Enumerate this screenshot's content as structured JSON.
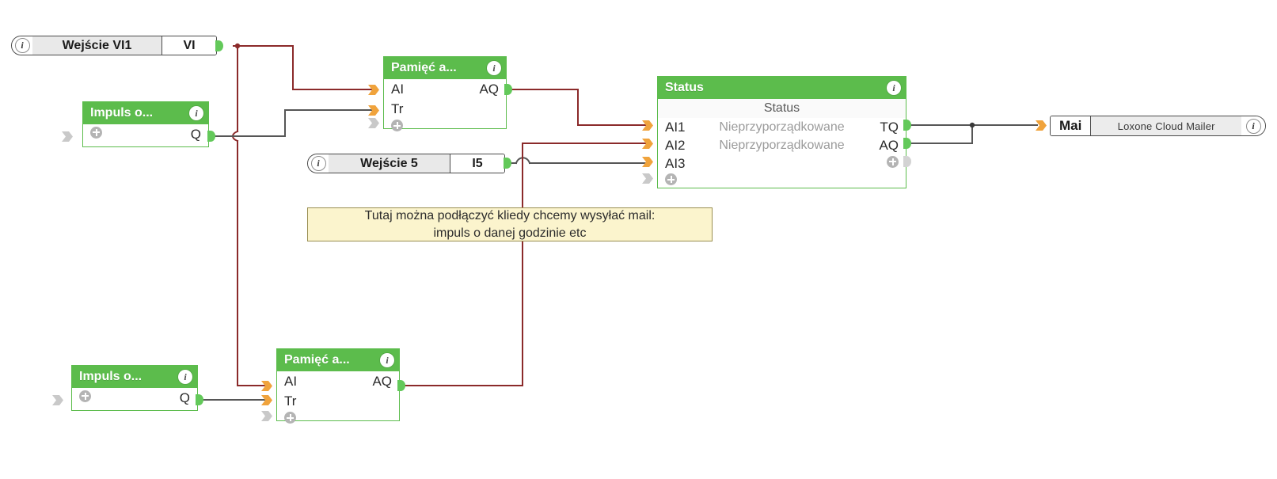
{
  "app": {
    "kind": "loxone-config-program-page",
    "colors": {
      "block_green": "#5cbc4c",
      "wire_red": "#8b2a2a",
      "wire_grey": "#565656",
      "connector_orange": "#f0a33c",
      "connector_green": "#63c95a",
      "connector_grey": "#c9c9c9",
      "note_bg": "#fbf4cd",
      "note_border": "#9a8f52"
    }
  },
  "io_blocks": [
    {
      "id": "wejscie-vi1",
      "info": "i",
      "name": "Wejście VI1",
      "port": "VI"
    },
    {
      "id": "wejscie-5",
      "info": "i",
      "name": "Wejście 5",
      "port": "I5"
    }
  ],
  "blocks": {
    "impuls_top": {
      "title": "Impuls o...",
      "info": "i",
      "rows": [
        {
          "in": "",
          "out": "Q"
        }
      ]
    },
    "pamiec_top": {
      "title": "Pamięć a...",
      "info": "i",
      "rows": [
        {
          "in": "AI",
          "out": "AQ"
        },
        {
          "in": "Tr",
          "out": ""
        }
      ]
    },
    "status": {
      "title": "Status",
      "info": "i",
      "subtitle": "Status",
      "rows": [
        {
          "in": "AI1",
          "mid": "Nieprzyporządkowane",
          "out": "TQ"
        },
        {
          "in": "AI2",
          "mid": "Nieprzyporządkowane",
          "out": "AQ"
        },
        {
          "in": "AI3",
          "mid": "",
          "out": ""
        }
      ]
    },
    "impuls_bottom": {
      "title": "Impuls o...",
      "info": "i",
      "rows": [
        {
          "in": "",
          "out": "Q"
        }
      ]
    },
    "pamiec_bottom": {
      "title": "Pamięć a...",
      "info": "i",
      "rows": [
        {
          "in": "AI",
          "out": "AQ"
        },
        {
          "in": "Tr",
          "out": ""
        }
      ]
    }
  },
  "mailer": {
    "key": "Mai",
    "value": "Loxone Cloud Mailer",
    "info": "i"
  },
  "note": {
    "line1": "Tutaj można podłączyć kliedy chcemy wysyłać mail:",
    "line2": "impuls o danej godzinie etc"
  }
}
